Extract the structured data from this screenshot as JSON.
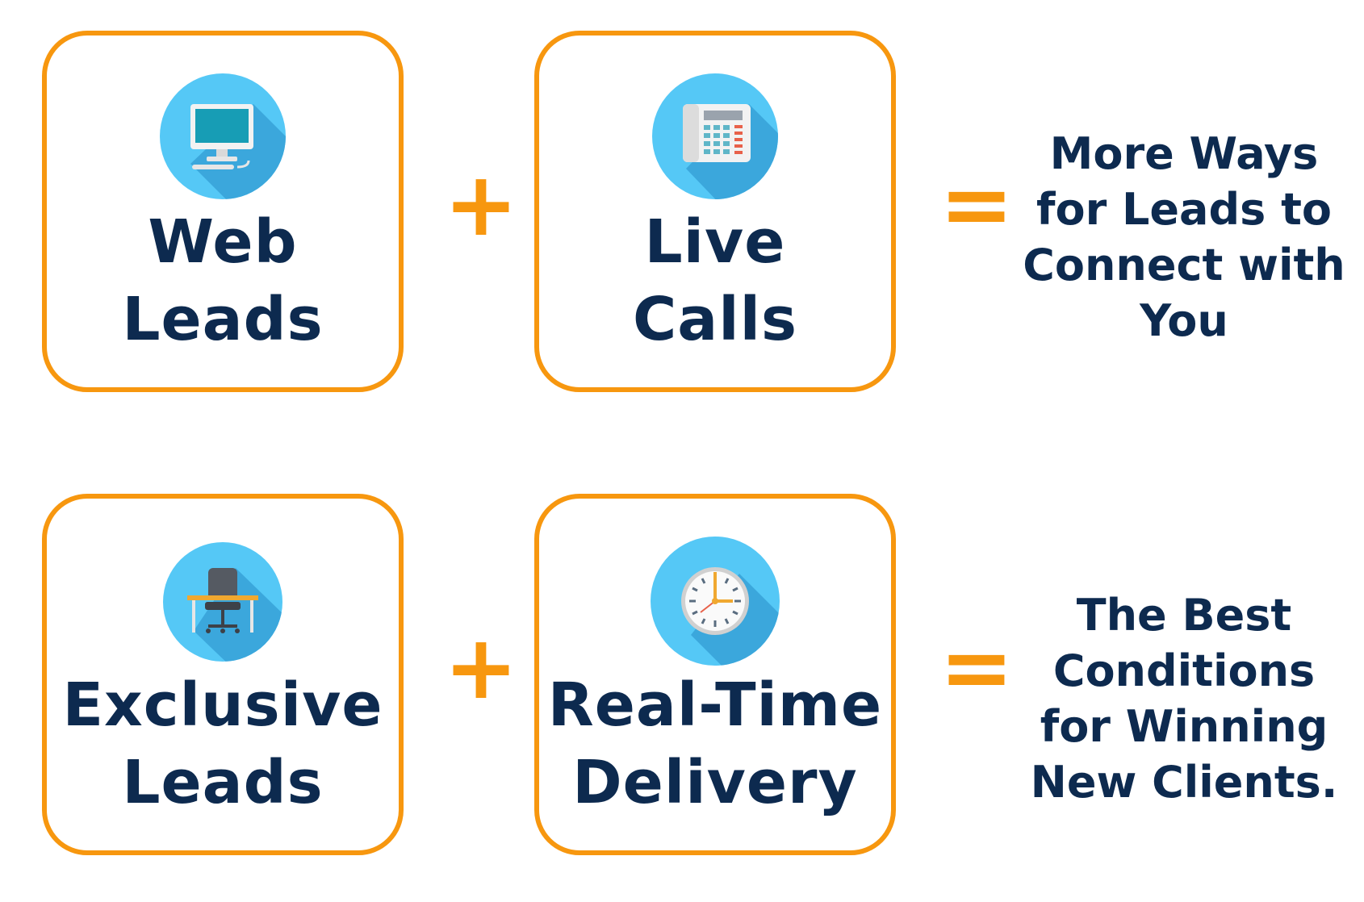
{
  "colors": {
    "accent": "#f7970f",
    "text": "#0d2a4f",
    "icon_circle": "#55c8f6",
    "icon_shadow": "#3ba7dc"
  },
  "rows": [
    {
      "cards": [
        {
          "label": "Web\nLeads",
          "icon": "computer-icon"
        },
        {
          "label": "Live\nCalls",
          "icon": "desk-phone-icon"
        }
      ],
      "plus": "+",
      "equals": "=",
      "result": "More Ways\nfor Leads to\nConnect with\nYou"
    },
    {
      "cards": [
        {
          "label": "Exclusive\nLeads",
          "icon": "desk-chair-icon"
        },
        {
          "label": "Real-Time\nDelivery",
          "icon": "clock-icon"
        }
      ],
      "plus": "+",
      "equals": "=",
      "result": "The Best\nConditions\nfor Winning\nNew Clients."
    }
  ]
}
